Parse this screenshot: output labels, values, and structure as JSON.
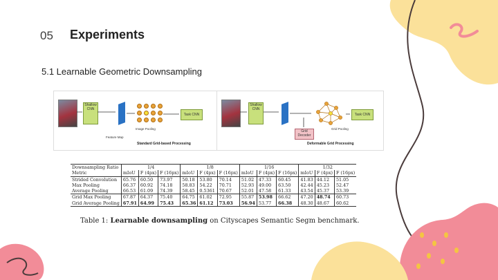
{
  "slide": {
    "number": "05",
    "title": "Experiments",
    "subtitle": "5.1 Learnable Geometric Downsampling"
  },
  "figure": {
    "left": {
      "cnn_label": "Shallow CNN",
      "task_label": "Task CNN",
      "pool_label": "Image Pooling",
      "fmap_label": "Feature Map",
      "caption": "Standard Grid-based Processing"
    },
    "right": {
      "cnn_label": "Shallow CNN",
      "task_label": "Task CNN",
      "pool_label": "Grid Pooling",
      "decoder_label": "Grid Decoder",
      "caption": "Deformable Grid Processing"
    }
  },
  "table": {
    "header_groups": [
      "Downsampling Ratio",
      "1/4",
      "1/8",
      "1/16",
      "1/32"
    ],
    "metric_row": [
      "Metric",
      "mIoU",
      "F (4px)",
      "F (16px)",
      "mIoU",
      "F (4px)",
      "F (16px)",
      "mIoU",
      "F (4px)",
      "F (16px)",
      "mIoU",
      "F (4px)",
      "F (16px)"
    ],
    "rows": [
      [
        "Strided Convolution",
        "65.76",
        "60.50",
        "73.97",
        "50.18",
        "53.80",
        "70.14",
        "51.02",
        "47.33",
        "60.45",
        "41.83",
        "44.12",
        "51.05"
      ],
      [
        "Max Pooling",
        "66.37",
        "60.92",
        "74.18",
        "58.83",
        "54.22",
        "70.71",
        "52.93",
        "49.00",
        "63.50",
        "42.44",
        "45.23",
        "52.47"
      ],
      [
        "Average Pooling",
        "66.53",
        "61.09",
        "74.39",
        "58.45",
        "0.5361",
        "70.67",
        "52.01",
        "47.58",
        "61.33",
        "43.54",
        "45.37",
        "53.39"
      ],
      [
        "Grid Max Pooling",
        "67.87",
        "64.37",
        "75.40",
        "64.75",
        "61.02",
        "72.95",
        "55.87",
        "53.98",
        "66.62",
        "47.20",
        "48.74",
        "60.73"
      ],
      [
        "Grid Average Pooling",
        "67.91",
        "64.99",
        "75.43",
        "65.36",
        "61.12",
        "73.03",
        "56.94",
        "53.77",
        "66.38",
        "48.30",
        "48.67",
        "60.62"
      ]
    ],
    "caption_prefix": "Table 1: ",
    "caption_bold": "Learnable downsampling",
    "caption_rest": " on Cityscapes Semantic Segm benchmark."
  },
  "colors": {
    "blob_yellow": "#fbe19a",
    "blob_pink": "#f28c98",
    "squiggle": "#4a3b3b"
  }
}
